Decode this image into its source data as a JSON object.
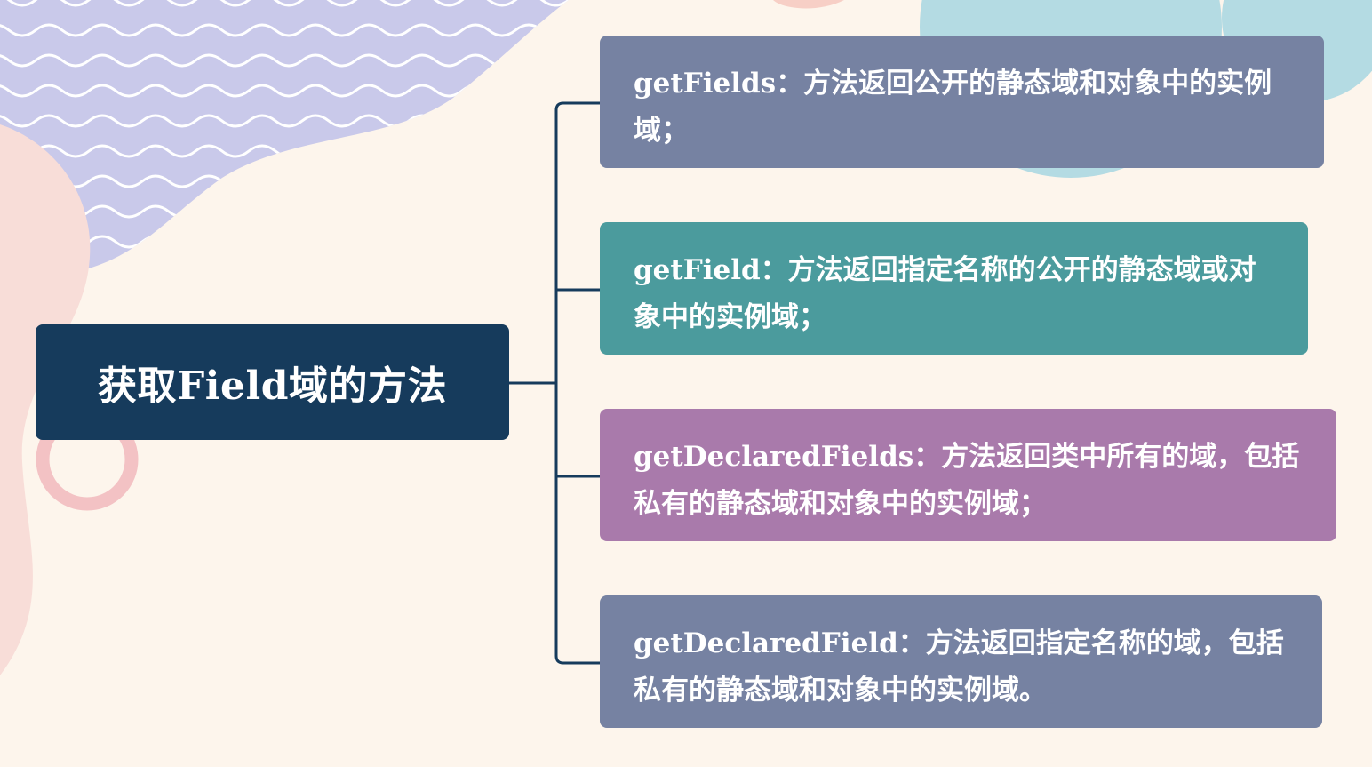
{
  "root": {
    "label": "获取Field域的方法"
  },
  "children": [
    {
      "text": "getFields：方法返回公开的静态域和对象中的实例域；",
      "color": "#7682a2"
    },
    {
      "text": "getField：方法返回指定名称的公开的静态域或对象中的实例域；",
      "color": "#4b9b9d"
    },
    {
      "text": "getDeclaredFields：方法返回类中所有的域，包括私有的静态域和对象中的实例域；",
      "color": "#a97aab"
    },
    {
      "text": "getDeclaredField：方法返回指定名称的域，包括私有的静态域和对象中的实例域。",
      "color": "#7682a2"
    }
  ],
  "colors": {
    "root": "#163b5c",
    "connector": "#163b5c",
    "background": "#fdf5ec"
  }
}
